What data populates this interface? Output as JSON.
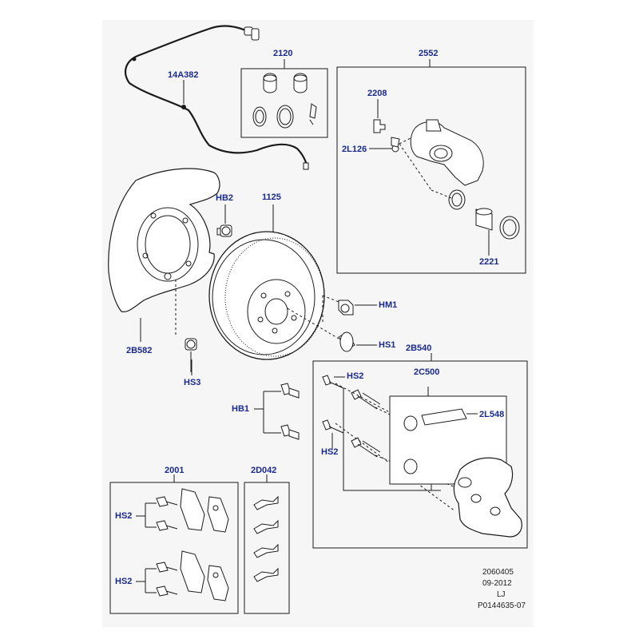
{
  "diagram": {
    "callouts": {
      "c_14A382": "14A382",
      "c_2120": "2120",
      "c_2552": "2552",
      "c_2208": "2208",
      "c_2L126": "2L126",
      "c_2221": "2221",
      "c_HB2": "HB2",
      "c_1125": "1125",
      "c_HM1": "HM1",
      "c_HS1": "HS1",
      "c_2B582": "2B582",
      "c_HS3": "HS3",
      "c_2B540": "2B540",
      "c_HS2_top": "HS2",
      "c_2C500": "2C500",
      "c_HB1": "HB1",
      "c_2L548": "2L548",
      "c_HS2_mid": "HS2",
      "c_2001": "2001",
      "c_2D042": "2D042",
      "c_HS2_pad1": "HS2",
      "c_HS2_pad2": "HS2"
    },
    "footer": {
      "drawing_number": "2060405",
      "date": "09-2012",
      "initials": "LJ",
      "reference": "P0144635-07"
    },
    "colors": {
      "callout": "#1a2a8c",
      "line": "#1b1b1b",
      "panel": "#f6f6f6"
    }
  }
}
